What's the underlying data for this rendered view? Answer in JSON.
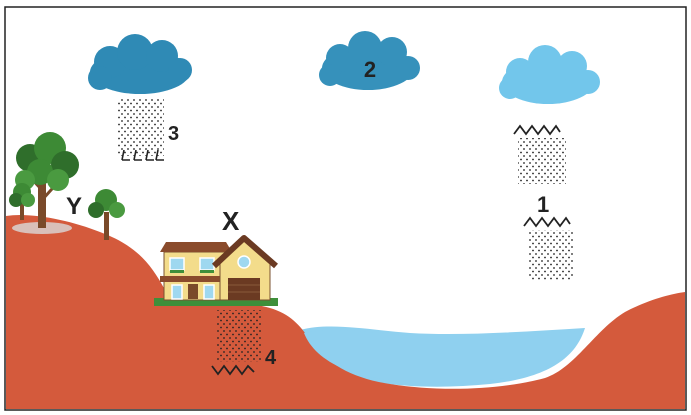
{
  "labels": {
    "cloud_2": "2",
    "rain_3": "3",
    "vapor_1": "1",
    "seep_4": "4",
    "house": "X",
    "hill": "Y"
  },
  "colors": {
    "ground": "#d45a3c",
    "water": "#8fd0ef",
    "cloud_dark": "#2f8ab5",
    "cloud_mid": "#3691bb",
    "cloud_light": "#72c6eb",
    "border": "#222222"
  }
}
